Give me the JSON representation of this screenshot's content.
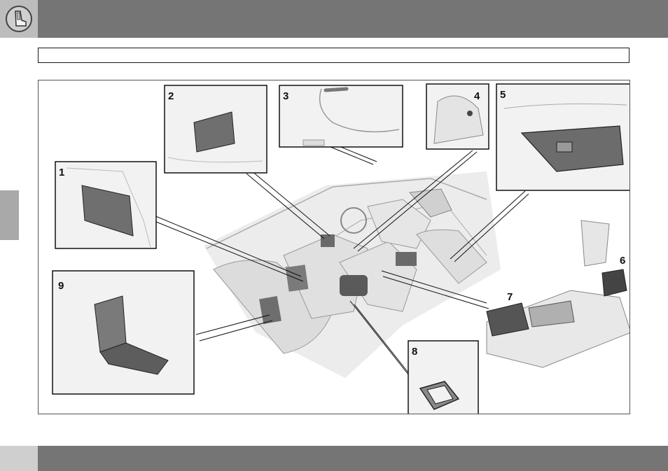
{
  "header": {
    "title": ""
  },
  "icons": {
    "top_left": "seat-icon"
  },
  "figure": {
    "callouts": [
      {
        "id": "callout-1",
        "label": "1"
      },
      {
        "id": "callout-2",
        "label": "2"
      },
      {
        "id": "callout-3",
        "label": "3"
      },
      {
        "id": "callout-4",
        "label": "4"
      },
      {
        "id": "callout-5",
        "label": "5"
      },
      {
        "id": "callout-6",
        "label": "6"
      },
      {
        "id": "callout-7",
        "label": "7"
      },
      {
        "id": "callout-8",
        "label": "8"
      },
      {
        "id": "callout-9",
        "label": "9"
      }
    ]
  },
  "colors": {
    "bar": "#757575",
    "icon_box": "#bdbdbd",
    "side_tab": "#a9a9a9",
    "bottom_left": "#cfcfcf"
  }
}
